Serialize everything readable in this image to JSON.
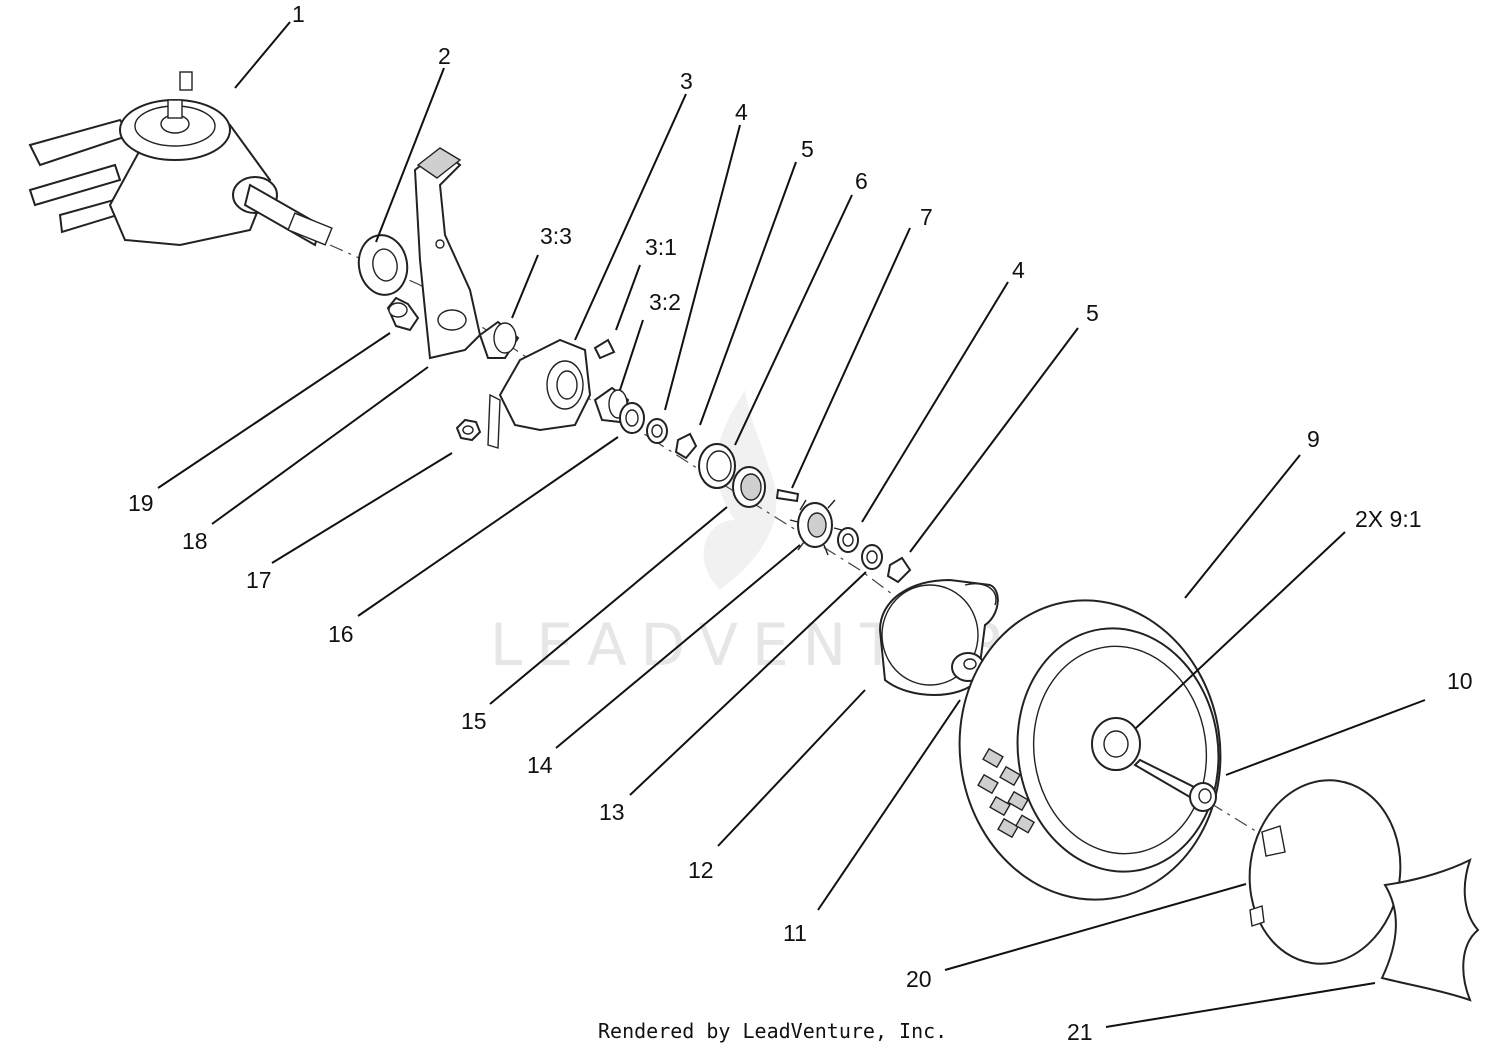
{
  "watermark": "LEADVENTURE",
  "credit": "Rendered by LeadVenture, Inc.",
  "callouts": {
    "c1": "1",
    "c2": "2",
    "c3": "3",
    "c3_1": "3:1",
    "c3_2": "3:2",
    "c3_3": "3:3",
    "c4a": "4",
    "c4b": "4",
    "c5a": "5",
    "c5b": "5",
    "c6": "6",
    "c7": "7",
    "c9": "9",
    "c9_1": "2X 9:1",
    "c10": "10",
    "c11": "11",
    "c12": "12",
    "c13": "13",
    "c14": "14",
    "c15": "15",
    "c16": "16",
    "c17": "17",
    "c18": "18",
    "c19": "19",
    "c20": "20",
    "c21": "21"
  }
}
